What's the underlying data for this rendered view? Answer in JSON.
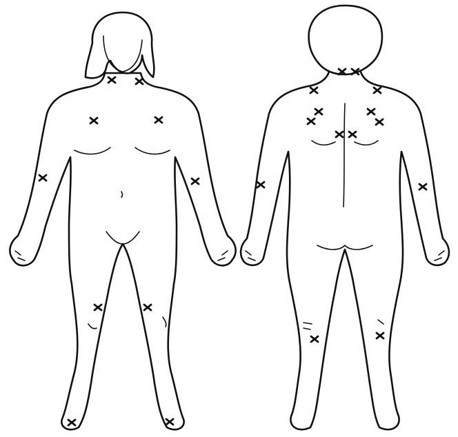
{
  "figure": {
    "views": [
      "front-view",
      "back-view"
    ],
    "marker_symbol": "x",
    "ink_color": "#111111",
    "background_color": "#ffffff"
  },
  "front_markers": [
    {
      "site": "neck-left"
    },
    {
      "site": "neck-right"
    },
    {
      "site": "chest-left"
    },
    {
      "site": "chest-right"
    },
    {
      "site": "elbow-left"
    },
    {
      "site": "elbow-right"
    },
    {
      "site": "knee-left"
    },
    {
      "site": "knee-right"
    },
    {
      "site": "foot-left"
    },
    {
      "site": "foot-right"
    }
  ],
  "back_markers": [
    {
      "site": "upper-neck-left"
    },
    {
      "site": "upper-neck-right"
    },
    {
      "site": "shoulder-left"
    },
    {
      "site": "shoulder-right"
    },
    {
      "site": "shoulder-blade-left-upper"
    },
    {
      "site": "shoulder-blade-left-lower"
    },
    {
      "site": "shoulder-blade-right-upper"
    },
    {
      "site": "shoulder-blade-right-lower"
    },
    {
      "site": "spine-left"
    },
    {
      "site": "spine-right"
    },
    {
      "site": "elbow-left"
    },
    {
      "site": "elbow-right"
    },
    {
      "site": "calf-left"
    },
    {
      "site": "calf-right"
    }
  ]
}
